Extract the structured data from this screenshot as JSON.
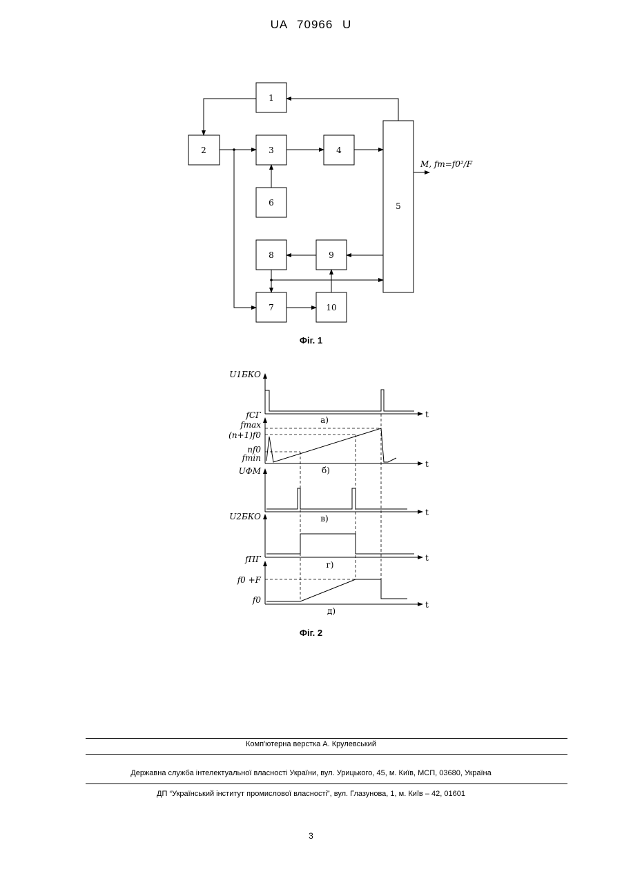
{
  "header": "UA 70966 U",
  "fig1": {
    "caption": "Фіг. 1",
    "blocks": [
      "1",
      "2",
      "3",
      "4",
      "5",
      "6",
      "7",
      "8",
      "9",
      "10"
    ],
    "output_label": "M, fm=f0²/F"
  },
  "fig2": {
    "caption": "Фіг. 2",
    "labels": {
      "u1bko": "U1БКО",
      "fsg": "fСГ",
      "fmax": "fmax",
      "n1f0": "(n+1)f0",
      "nf0": "nf0",
      "fmin": "fmin",
      "ufm": "UФМ",
      "u2bko": "U2БКО",
      "fpg": "fПГ",
      "f0F": "f0 +F",
      "f0": "f0"
    },
    "subs": [
      "а)",
      "б)",
      "в)",
      "г)",
      "д)"
    ],
    "t": "t"
  },
  "footer": {
    "line1": "Комп'ютерна верстка А. Крулевський",
    "line2": "Державна служба інтелектуальної власності України, вул. Урицького, 45, м. Київ, МСП, 03680, Україна",
    "line3": "ДП “Український інститут промислової власності”, вул. Глазунова, 1, м. Київ – 42, 01601"
  },
  "page_number": "3"
}
